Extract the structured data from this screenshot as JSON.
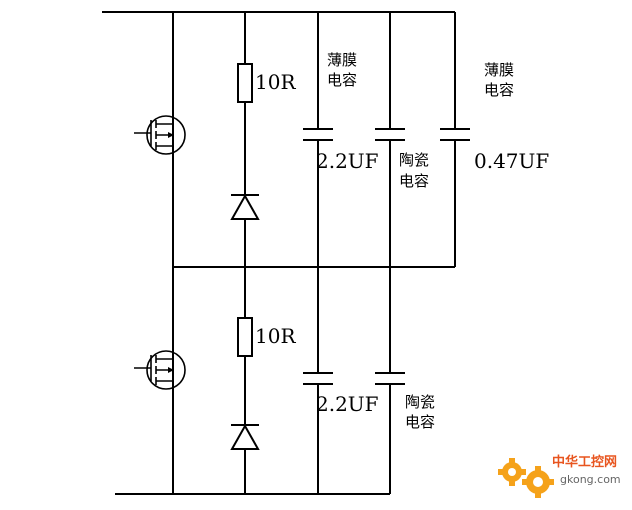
{
  "labels": {
    "r1": "10R",
    "r2": "10R",
    "c_film_1": "2.2UF",
    "c_film_2": "2.2UF",
    "c_047": "0.47UF",
    "film_cap_a_line1": "薄膜",
    "film_cap_a_line2": "电容",
    "film_cap_b_line1": "薄膜",
    "film_cap_b_line2": "电容",
    "ceramic_a_line1": "陶瓷",
    "ceramic_a_line2": "电容",
    "ceramic_b_line1": "陶瓷",
    "ceramic_b_line2": "电容"
  },
  "watermark": {
    "brand": "中华工控网",
    "url": "gkong.com",
    "brand_color": "#e8551f",
    "gear_color": "#f5a21a"
  }
}
